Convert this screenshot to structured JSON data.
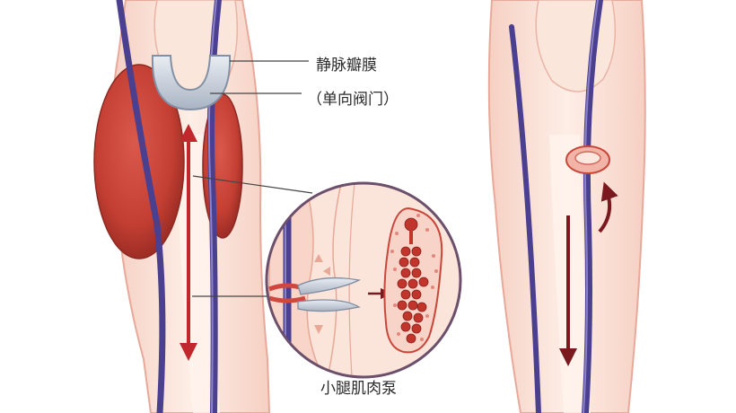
{
  "labels": {
    "valve": "静脉瓣膜",
    "one_way": "（单向阀门）",
    "pump": "小腿肌肉泵"
  },
  "colors": {
    "skin_fill": "#fbe3d8",
    "skin_outline": "#e8a99a",
    "vein": "#4b3f8f",
    "muscle": "#c9473a",
    "muscle_dark": "#a8322a",
    "arrow_red": "#c0282d",
    "arrow_dark": "#7a1a1e",
    "valve_gray": "#c9d0db",
    "leader_line": "#444444",
    "circle_border": "#6b4f6b"
  }
}
